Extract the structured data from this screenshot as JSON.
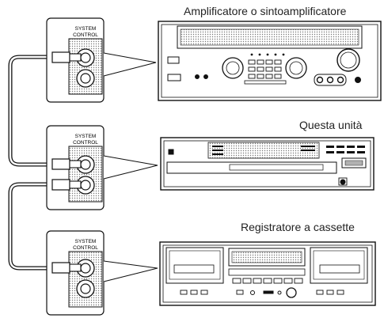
{
  "labels": {
    "amplifier": "Amplificatore o sintoamplificatore",
    "this_unit": "Questa unità",
    "cassette": "Registratore a cassette"
  },
  "panel": {
    "line1": "SYSTEM",
    "line2": "CONTROL"
  }
}
